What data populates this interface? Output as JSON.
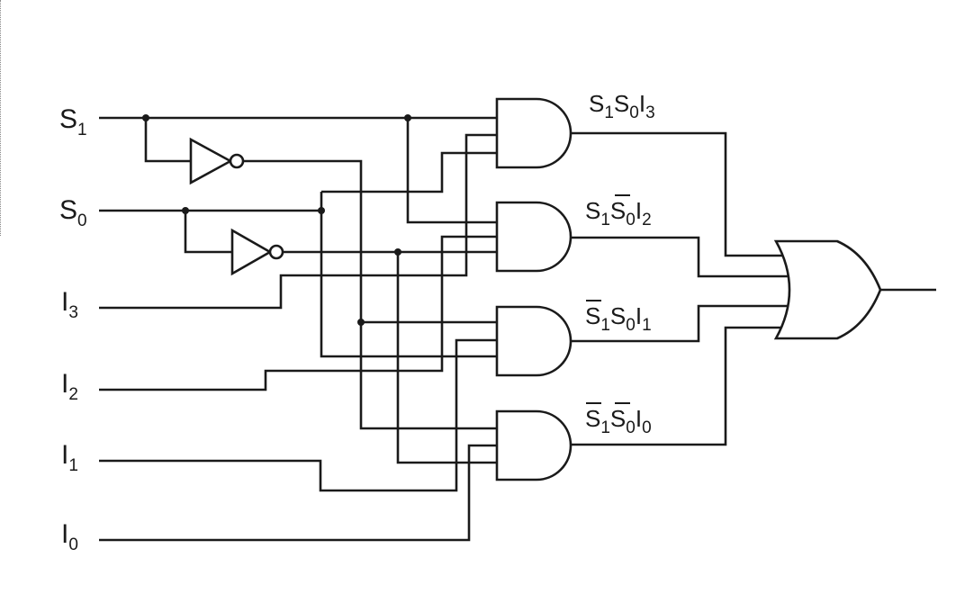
{
  "diagram": {
    "inputs": {
      "s1": {
        "base": "S",
        "sub": "1"
      },
      "s0": {
        "base": "S",
        "sub": "0"
      },
      "i3": {
        "base": "I",
        "sub": "3"
      },
      "i2": {
        "base": "I",
        "sub": "2"
      },
      "i1": {
        "base": "I",
        "sub": "1"
      },
      "i0": {
        "base": "I",
        "sub": "0"
      }
    },
    "terms": {
      "t3": {
        "a": "S",
        "a_sub": "1",
        "b": "S",
        "b_sub": "0",
        "c": "I",
        "c_sub": "3"
      },
      "t2": {
        "a": "S",
        "a_sub": "1",
        "b": "S",
        "b_sub": "0",
        "c": "I",
        "c_sub": "2"
      },
      "t1": {
        "a": "S",
        "a_sub": "1",
        "b": "S",
        "b_sub": "0",
        "c": "I",
        "c_sub": "1"
      },
      "t0": {
        "a": "S",
        "a_sub": "1",
        "b": "S",
        "b_sub": "0",
        "c": "I",
        "c_sub": "0"
      }
    }
  }
}
